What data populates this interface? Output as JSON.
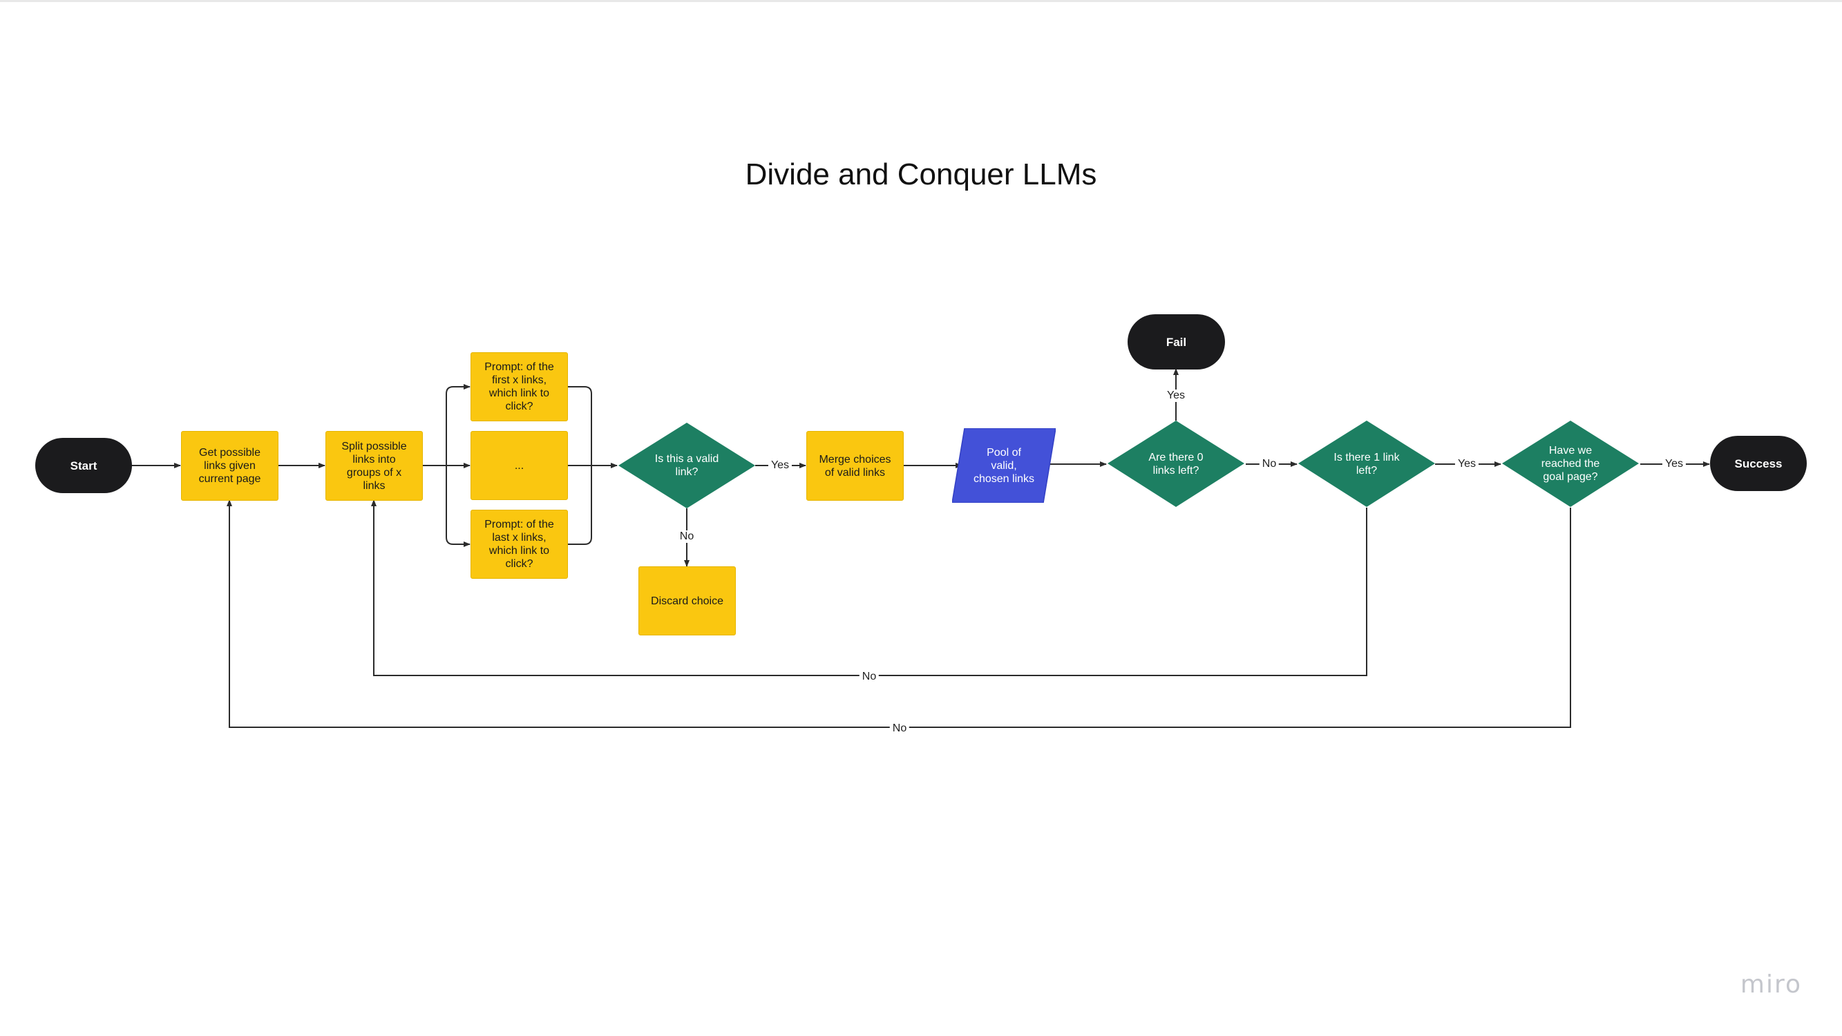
{
  "title": "Divide and Conquer LLMs",
  "brand": "miro",
  "colors": {
    "terminal": "#1b1b1d",
    "process": "#fac710",
    "decision": "#1d7f62",
    "data": "#4351d8",
    "connector": "#2b2b2b"
  },
  "nodes": {
    "start": "Start",
    "get_links": "Get possible\nlinks given\ncurrent page",
    "split_links": "Split possible\nlinks into\ngroups of x\nlinks",
    "prompt_first": "Prompt: of the\nfirst x links,\nwhich link to\nclick?",
    "prompt_middle": "...",
    "prompt_last": "Prompt: of the\nlast x links,\nwhich link to\nclick?",
    "valid_link": "Is this a valid\nlink?",
    "discard": "Discard choice",
    "merge": "Merge choices\nof valid links",
    "pool": "Pool of valid,\nchosen links",
    "zero_left": "Are there 0\nlinks left?",
    "fail": "Fail",
    "one_left": "Is there 1 link\nleft?",
    "goal": "Have we\nreached the\ngoal page?",
    "success": "Success"
  },
  "edge_labels": {
    "valid_yes": "Yes",
    "valid_no": "No",
    "zero_yes": "Yes",
    "zero_no": "No",
    "one_yes": "Yes",
    "one_no": "No",
    "goal_yes": "Yes",
    "goal_no": "No"
  }
}
